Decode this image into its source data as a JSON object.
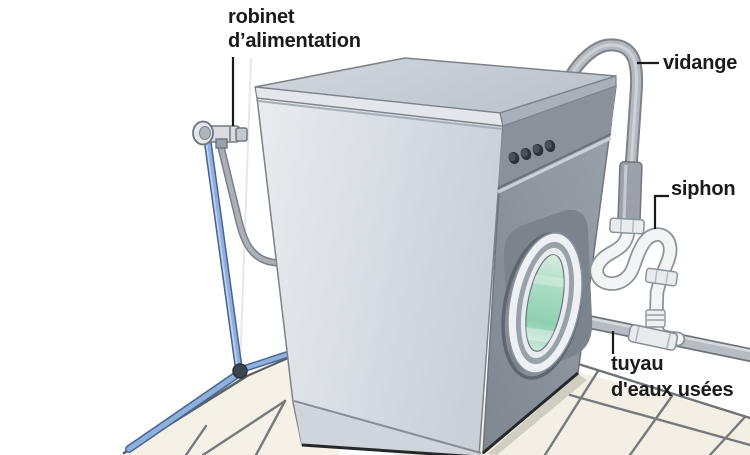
{
  "diagram": {
    "subject": "washing-machine-installation",
    "labels": {
      "supply_valve": {
        "line1": "robinet",
        "line2": "d’alimentation"
      },
      "drain": "vidange",
      "trap": "siphon",
      "waste_pipe": {
        "line1": "tuyau",
        "line2": "d'eaux usées"
      }
    },
    "parts": [
      "supply-tap",
      "supply-pipe-blue",
      "supply-hose",
      "washing-machine",
      "drain-hose",
      "siphon-trap",
      "waste-water-pipe",
      "floor-tiles",
      "wall"
    ],
    "colors": {
      "label_text": "#1a1a1a",
      "leader_line": "#1a1a1a",
      "machine_left_face": "#d8dde3",
      "machine_front_face": "#8c939d",
      "machine_top": "#c9cfd6",
      "porthole_glass": "#9fd4b8",
      "supply_pipe_blue": "#8fb0d8",
      "hose_gray": "#b2b8be",
      "trap_white": "#f2f4f6",
      "floor_tile": "#f3efe4",
      "grout": "#77797c",
      "wall": "#ffffff"
    }
  }
}
